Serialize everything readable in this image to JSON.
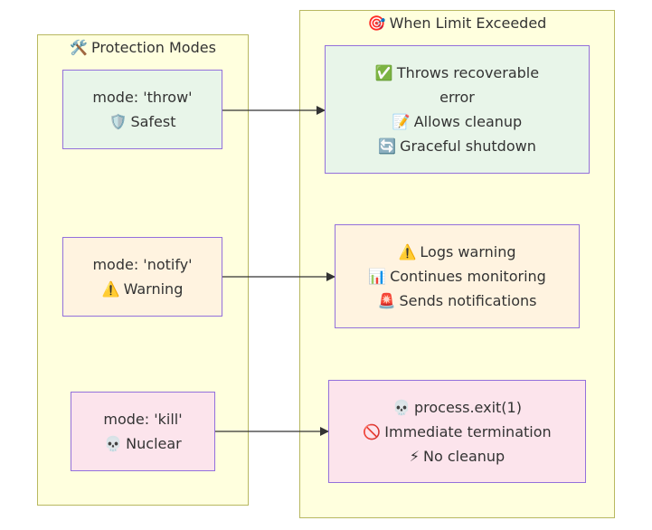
{
  "colors": {
    "cluster_fill": "#ffffde",
    "cluster_border": "#b8b860",
    "node_border": "#9370db",
    "green_fill": "#e8f5e9",
    "orange_fill": "#fff3e0",
    "pink_fill": "#fce4ec",
    "edge": "#333333"
  },
  "clusters": {
    "modes": {
      "icon": "🛠️",
      "title": "Protection Modes"
    },
    "limit": {
      "icon": "🎯",
      "title": "When Limit Exceeded"
    }
  },
  "nodes": {
    "throw_mode": {
      "line1": "mode: 'throw'",
      "icon2": "🛡️",
      "line2": "Safest"
    },
    "notify_mode": {
      "line1": "mode: 'notify'",
      "icon2": "⚠️",
      "line2": "Warning"
    },
    "kill_mode": {
      "line1": "mode: 'kill'",
      "icon2": "💀",
      "line2": "Nuclear"
    },
    "throw_result": {
      "icon1": "✅",
      "line1": "Throws recoverable",
      "line2": "error",
      "icon3": "📝",
      "line3": "Allows cleanup",
      "icon4": "🔄",
      "line4": "Graceful shutdown"
    },
    "notify_result": {
      "icon1": "⚠️",
      "line1": "Logs warning",
      "icon2": "📊",
      "line2": "Continues monitoring",
      "icon3": "🚨",
      "line3": "Sends notifications"
    },
    "kill_result": {
      "icon1": "💀",
      "line1": "process.exit(1)",
      "icon2": "🚫",
      "line2": "Immediate termination",
      "icon3": "⚡",
      "line3": "No cleanup"
    }
  }
}
